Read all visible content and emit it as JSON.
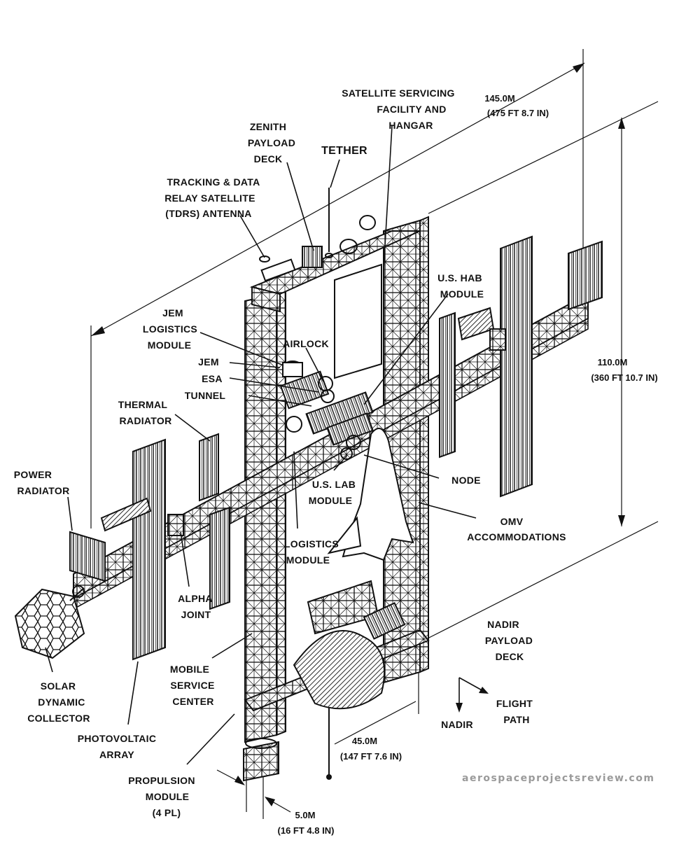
{
  "labels": {
    "satellite_servicing": [
      "SATELLITE SERVICING",
      "FACILITY AND",
      "HANGAR"
    ],
    "zenith_deck": [
      "ZENITH",
      "PAYLOAD",
      "DECK"
    ],
    "tether": [
      "TETHER"
    ],
    "tdrs": [
      "TRACKING & DATA",
      "RELAY SATELLITE",
      "(TDRS) ANTENNA"
    ],
    "us_hab": [
      "U.S. HAB",
      "MODULE"
    ],
    "jem_logistics": [
      "JEM",
      "LOGISTICS",
      "MODULE"
    ],
    "airlock": [
      "AIRLOCK"
    ],
    "jem": [
      "JEM"
    ],
    "esa": [
      "ESA"
    ],
    "tunnel": [
      "TUNNEL"
    ],
    "thermal_radiator": [
      "THERMAL",
      "RADIATOR"
    ],
    "power_radiator": [
      "POWER",
      "RADIATOR"
    ],
    "node": [
      "NODE"
    ],
    "us_lab": [
      "U.S. LAB",
      "MODULE"
    ],
    "omv": [
      "OMV",
      "ACCOMMODATIONS"
    ],
    "logistics": [
      "LOGISTICS",
      "MODULE"
    ],
    "alpha_joint": [
      "ALPHA",
      "JOINT"
    ],
    "solar_dynamic": [
      "SOLAR",
      "DYNAMIC",
      "COLLECTOR"
    ],
    "photovoltaic": [
      "PHOTOVOLTAIC",
      "ARRAY"
    ],
    "mobile_service": [
      "MOBILE",
      "SERVICE",
      "CENTER"
    ],
    "nadir_deck": [
      "NADIR",
      "PAYLOAD",
      "DECK"
    ],
    "flight_path": [
      "FLIGHT",
      "PATH"
    ],
    "nadir": [
      "NADIR"
    ],
    "propulsion": [
      "PROPULSION",
      "MODULE",
      "(4 PL)"
    ]
  },
  "dimensions": {
    "length": [
      "145.0M",
      "(475 FT 8.7 IN)"
    ],
    "height": [
      "110.0M",
      "(360 FT 10.7 IN)"
    ],
    "width": [
      "45.0M",
      "(147 FT 7.6 IN)"
    ],
    "truss": [
      "5.0M",
      "(16 FT 4.8 IN)"
    ]
  },
  "watermark": "aerospaceprojectsreview.com"
}
